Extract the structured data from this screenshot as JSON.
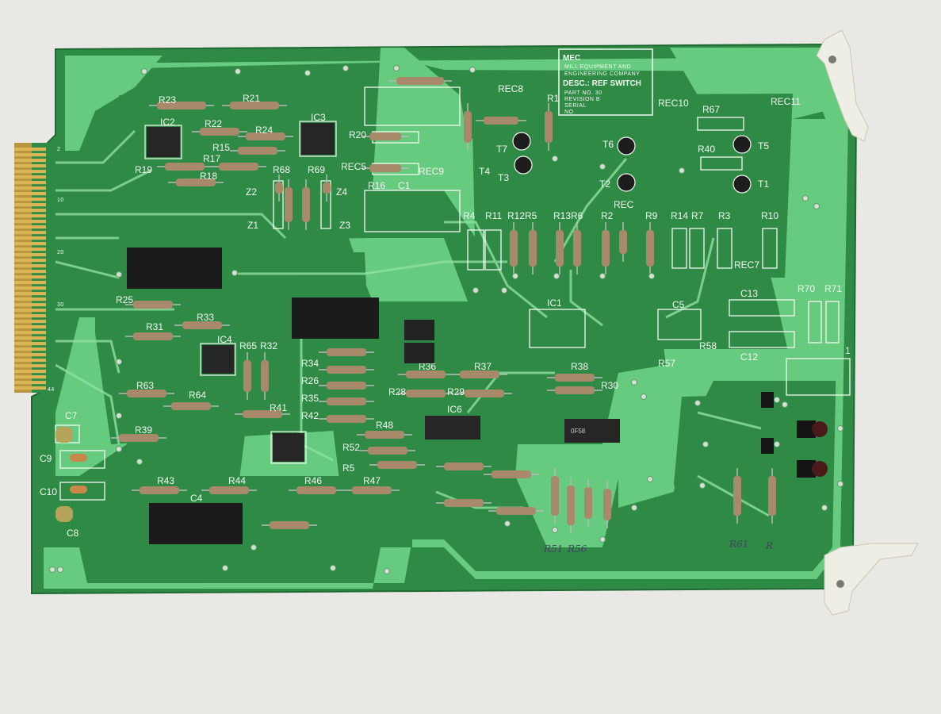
{
  "board": {
    "title_block": {
      "logo": "MEC",
      "company_line1": "MILL EQUIPMENT AND",
      "company_line2": "ENGINEERING COMPANY",
      "desc": "DESC.: REF SWITCH",
      "part_no": "PART NO.  30",
      "revision": "REVISION  B",
      "serial": "SERIAL",
      "no": "NO"
    },
    "edge_numbers": [
      "2",
      "10",
      "20",
      "30",
      "44"
    ],
    "handwritten": [
      "R51",
      "R56",
      "R61",
      "R"
    ],
    "colors": {
      "background": "#e9e8e4",
      "board": "#2f8a45",
      "copper_pour": "#6cd184",
      "silkscreen": "#f3f8f2",
      "gold_contacts": "#c9a24a",
      "resistor_body": "#a88a6a",
      "ic_body": "#262626",
      "relay_body": "#1b1b1b",
      "ejector": "#efeee4"
    }
  },
  "labels": [
    {
      "id": "R23",
      "text": "R23"
    },
    {
      "id": "R21",
      "text": "R21"
    },
    {
      "id": "IC2",
      "text": "IC2"
    },
    {
      "id": "R22",
      "text": "R22"
    },
    {
      "id": "R24",
      "text": "R24"
    },
    {
      "id": "R15",
      "text": "R15"
    },
    {
      "id": "R17",
      "text": "R17"
    },
    {
      "id": "R19",
      "text": "R19"
    },
    {
      "id": "R18",
      "text": "R18"
    },
    {
      "id": "IC3",
      "text": "IC3"
    },
    {
      "id": "R68",
      "text": "R68"
    },
    {
      "id": "R69",
      "text": "R69"
    },
    {
      "id": "Z2",
      "text": "Z2"
    },
    {
      "id": "Z4",
      "text": "Z4"
    },
    {
      "id": "Z1",
      "text": "Z1"
    },
    {
      "id": "Z3",
      "text": "Z3"
    },
    {
      "id": "R20",
      "text": "R20"
    },
    {
      "id": "REC5",
      "text": "REC5"
    },
    {
      "id": "R16",
      "text": "R16"
    },
    {
      "id": "C1",
      "text": "C1"
    },
    {
      "id": "REC9",
      "text": "REC9"
    },
    {
      "id": "REC8",
      "text": "REC8"
    },
    {
      "id": "R1",
      "text": "R1"
    },
    {
      "id": "T7",
      "text": "T7"
    },
    {
      "id": "T4",
      "text": "T4"
    },
    {
      "id": "T3",
      "text": "T3"
    },
    {
      "id": "REC10",
      "text": "REC10"
    },
    {
      "id": "R67",
      "text": "R67"
    },
    {
      "id": "REC11",
      "text": "REC11"
    },
    {
      "id": "T6",
      "text": "T6"
    },
    {
      "id": "T5",
      "text": "T5"
    },
    {
      "id": "R40",
      "text": "R40"
    },
    {
      "id": "T2",
      "text": "T2"
    },
    {
      "id": "T1",
      "text": "T1"
    },
    {
      "id": "R4",
      "text": "R4"
    },
    {
      "id": "R11",
      "text": "R11"
    },
    {
      "id": "R12",
      "text": "R12"
    },
    {
      "id": "R5",
      "text": "R5"
    },
    {
      "id": "R13",
      "text": "R13"
    },
    {
      "id": "R6",
      "text": "R6"
    },
    {
      "id": "R2",
      "text": "R2"
    },
    {
      "id": "REC",
      "text": "REC"
    },
    {
      "id": "R9",
      "text": "R9"
    },
    {
      "id": "R14",
      "text": "R14"
    },
    {
      "id": "R7",
      "text": "R7"
    },
    {
      "id": "R3",
      "text": "R3"
    },
    {
      "id": "R10",
      "text": "R10"
    },
    {
      "id": "REC7",
      "text": "REC7"
    },
    {
      "id": "R25",
      "text": "R25"
    },
    {
      "id": "R31",
      "text": "R31"
    },
    {
      "id": "R33",
      "text": "R33"
    },
    {
      "id": "IC4",
      "text": "IC4"
    },
    {
      "id": "R65",
      "text": "R65"
    },
    {
      "id": "R32",
      "text": "R32"
    },
    {
      "id": "R63",
      "text": "R63"
    },
    {
      "id": "R64",
      "text": "R64"
    },
    {
      "id": "R41",
      "text": "R41"
    },
    {
      "id": "R39",
      "text": "R39"
    },
    {
      "id": "R43",
      "text": "R43"
    },
    {
      "id": "R44",
      "text": "R44"
    },
    {
      "id": "C4",
      "text": "C4"
    },
    {
      "id": "C7",
      "text": "C7"
    },
    {
      "id": "C9",
      "text": "C9"
    },
    {
      "id": "C10",
      "text": "C10"
    },
    {
      "id": "C8",
      "text": "C8"
    },
    {
      "id": "R34",
      "text": "R34"
    },
    {
      "id": "R26",
      "text": "R26"
    },
    {
      "id": "R35",
      "text": "R35"
    },
    {
      "id": "R42",
      "text": "R42"
    },
    {
      "id": "R36",
      "text": "R36"
    },
    {
      "id": "R37",
      "text": "R37"
    },
    {
      "id": "R28",
      "text": "R28"
    },
    {
      "id": "R29",
      "text": "R29"
    },
    {
      "id": "R38",
      "text": "R38"
    },
    {
      "id": "R30",
      "text": "R30"
    },
    {
      "id": "IC6",
      "text": "IC6"
    },
    {
      "id": "R48",
      "text": "R48"
    },
    {
      "id": "R52",
      "text": "R52"
    },
    {
      "id": "R5x",
      "text": "R5"
    },
    {
      "id": "R47",
      "text": "R47"
    },
    {
      "id": "R46",
      "text": "R46"
    },
    {
      "id": "IC1",
      "text": "IC1"
    },
    {
      "id": "C5",
      "text": "C5"
    },
    {
      "id": "C13",
      "text": "C13"
    },
    {
      "id": "R70",
      "text": "R70"
    },
    {
      "id": "R71",
      "text": "R71"
    },
    {
      "id": "C12",
      "text": "C12"
    },
    {
      "id": "R58",
      "text": "R58"
    },
    {
      "id": "R57",
      "text": "R57"
    },
    {
      "id": "P1",
      "text": "1"
    }
  ],
  "components": {
    "relay_k1": "",
    "relay_k2": "",
    "relay_k3": "",
    "ic_text": "0F58"
  }
}
